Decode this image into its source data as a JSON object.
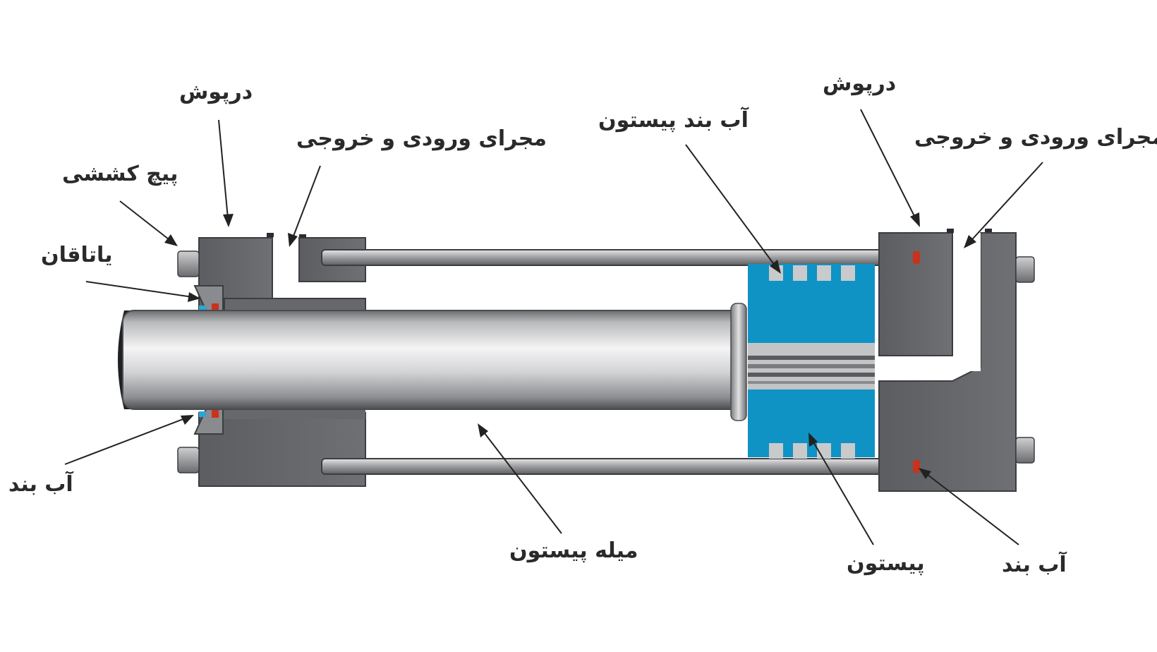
{
  "labels": {
    "cap_left": "درپوش",
    "port_left": "مجرای ورودی و خروجی",
    "tie_rod": "پیچ کششی",
    "bearing": "یاتاقان",
    "seal_left": "آب بند",
    "cap_right": "درپوش",
    "piston_seal": "آب بند پیستون",
    "port_right": "مجرای ورودی و خروجی",
    "piston_rod": "میله پیستون",
    "piston": "پیستون",
    "seal_right": "آب بند"
  },
  "colors": {
    "metal_dark": "#5a5b5e",
    "metal_mid": "#6e6f72",
    "rod_light": "#d9dadc",
    "piston_blue": "#0e93c4",
    "seal_red": "#c8321e",
    "seal_blue": "#2aa7d8",
    "text": "#2a2a2a"
  }
}
